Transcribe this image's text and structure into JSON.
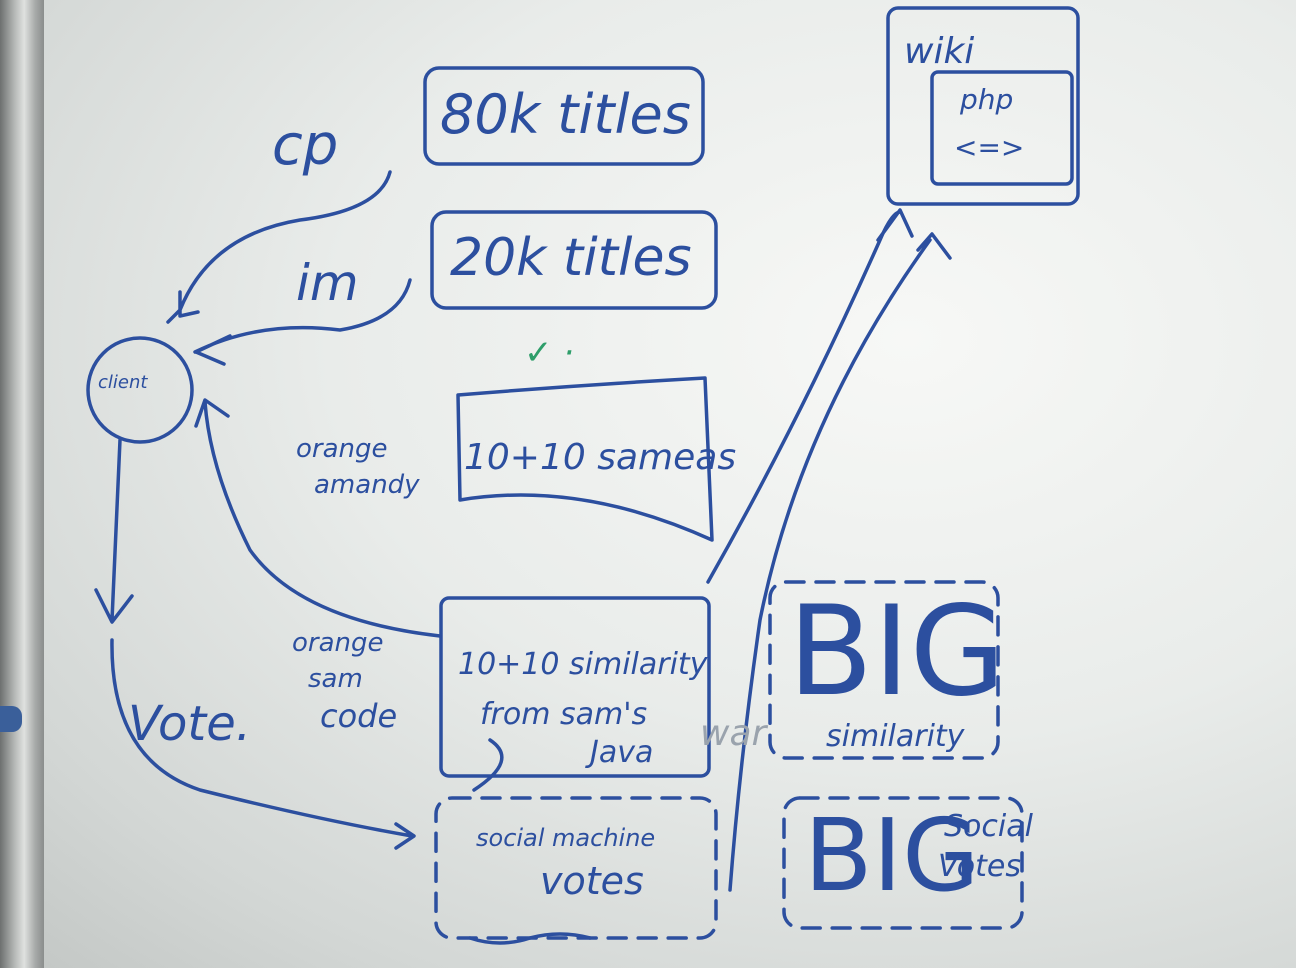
{
  "board": {
    "left_column": {
      "cp": "cp",
      "im": "im",
      "client": "client",
      "orange_amandy_1": "orange",
      "orange_amandy_2": "amandy",
      "orange_sam_1": "orange",
      "orange_sam_2": "sam",
      "orange_sam_3": "code",
      "vote": "Vote."
    },
    "middle_boxes": {
      "box1": "80k titles",
      "box2": "20k titles",
      "check": "✓ ·",
      "box3": "10+10 sameas",
      "box4_line1": "10+10 similarity",
      "box4_line2": "from sam's",
      "box4_line3": "Java",
      "social_line1": "social machine",
      "social_line2": "votes"
    },
    "right_side": {
      "wiki": "wiki",
      "php": "php",
      "arrows": "<=>",
      "big1": "BIG",
      "big1_sub": "similarity",
      "big2": "BIG",
      "big2_sub1": "Social",
      "big2_sub2": "Votes",
      "war": "war"
    }
  },
  "colors": {
    "ink_blue": "#2c4f9f",
    "ink_green": "#2e9e6a",
    "board": "#eef0ee"
  }
}
